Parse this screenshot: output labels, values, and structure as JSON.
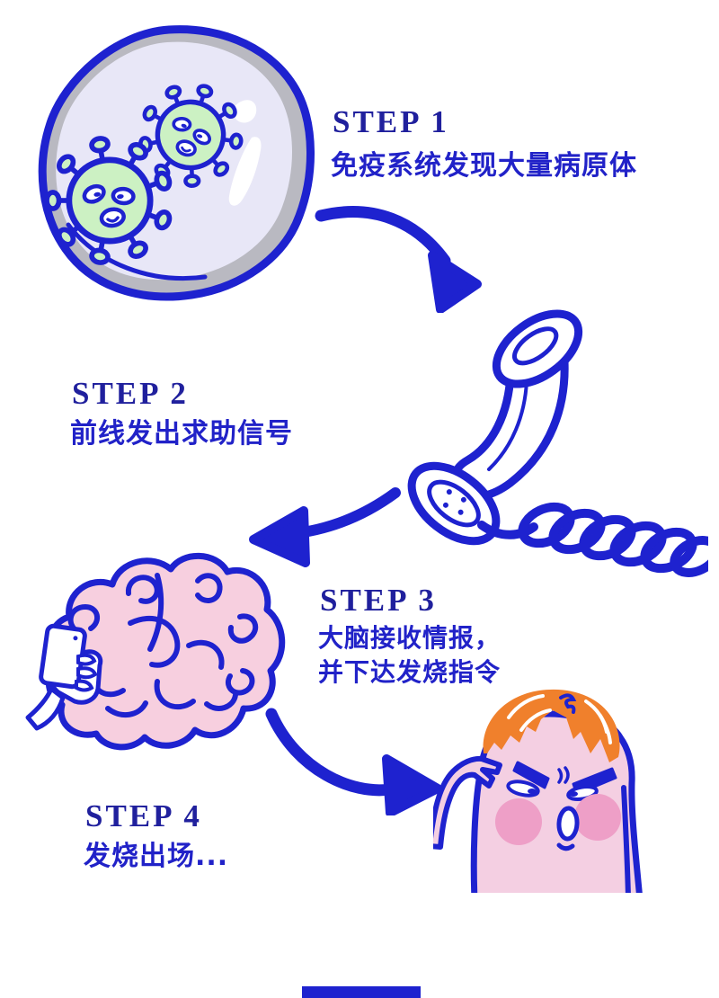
{
  "steps": [
    {
      "label": "STEP 1",
      "lines": [
        "免疫系统发现大量病原体"
      ],
      "illustration": "cell-with-pathogens"
    },
    {
      "label": "STEP 2",
      "lines": [
        "前线发出求助信号"
      ],
      "illustration": "telephone-handset"
    },
    {
      "label": "STEP 3",
      "lines": [
        "大脑接收情报，",
        "并下达发烧指令"
      ],
      "illustration": "brain-receiving-call"
    },
    {
      "label": "STEP 4",
      "lines": [
        "发烧出场..."
      ],
      "illustration": "fever-character-salute"
    }
  ],
  "colors": {
    "background": "#ffffff",
    "ink": "#1e22cf",
    "labelBlue": "#20209d",
    "textBlue": "#2122c8",
    "cellRim": "#b9b9c1",
    "cellInner": "#e8e7f7",
    "virusGreen": "#ccf1c3",
    "brainPink": "#f7cfdf",
    "bodyPink": "#f4cfe2",
    "cheekPink": "#ee9fc7",
    "hairOrange": "#f0802c"
  }
}
